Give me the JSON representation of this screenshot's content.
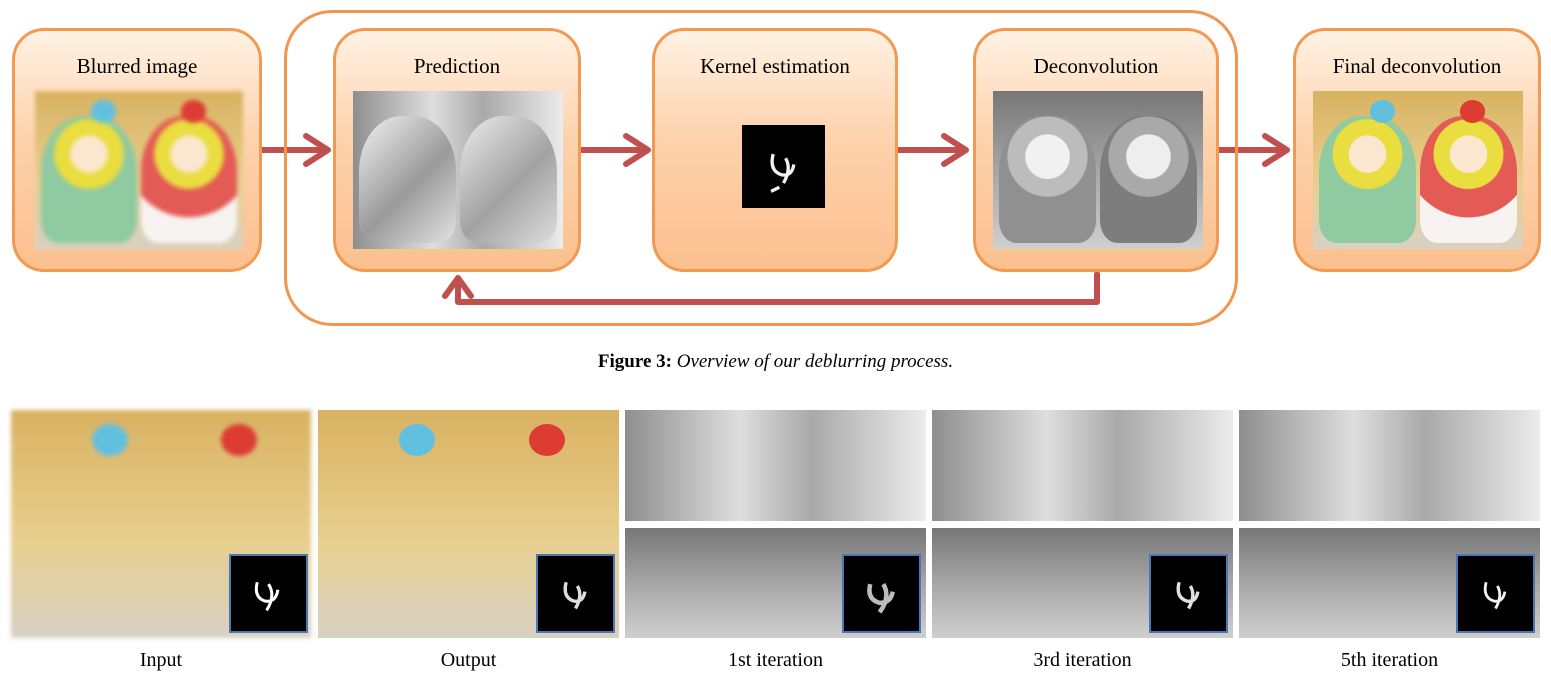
{
  "diagram": {
    "stages": [
      {
        "id": "blurred",
        "label": "Blurred image",
        "image": "blurred-color-photo"
      },
      {
        "id": "prediction",
        "label": "Prediction",
        "image": "predicted-gradient-map"
      },
      {
        "id": "kernel",
        "label": "Kernel estimation",
        "image": "blur-kernel"
      },
      {
        "id": "deconvolution",
        "label": "Deconvolution",
        "image": "deconvolved-grayscale-photo"
      },
      {
        "id": "final",
        "label": "Final deconvolution",
        "image": "sharp-color-photo"
      }
    ],
    "loop_stages": [
      "prediction",
      "kernel",
      "deconvolution"
    ],
    "flow": [
      {
        "from": "blurred",
        "to": "prediction"
      },
      {
        "from": "prediction",
        "to": "kernel"
      },
      {
        "from": "kernel",
        "to": "deconvolution"
      },
      {
        "from": "deconvolution",
        "to": "final"
      },
      {
        "from": "deconvolution",
        "to": "prediction",
        "kind": "feedback"
      }
    ],
    "colors": {
      "box_border": "#f29a52",
      "box_fill": "#fbc08e",
      "arrow": "#c0504d"
    }
  },
  "figure_caption": {
    "label": "Figure 3:",
    "text": "Overview of our deblurring process."
  },
  "panels": {
    "input": {
      "label": "Input",
      "image": "blurred-color-photo",
      "kernel_inset": true
    },
    "output": {
      "label": "Output",
      "image": "sharp-color-photo",
      "kernel_inset": true
    },
    "iterations": [
      {
        "label": "1st iteration",
        "top": "predicted-gradient-map",
        "bottom": "deconvolved-grayscale-photo",
        "kernel_inset": true
      },
      {
        "label": "3rd iteration",
        "top": "predicted-gradient-map",
        "bottom": "deconvolved-grayscale-photo",
        "kernel_inset": true
      },
      {
        "label": "5th iteration",
        "top": "predicted-gradient-map",
        "bottom": "deconvolved-grayscale-photo",
        "kernel_inset": true
      }
    ],
    "inset_border_color": "#4a78b6"
  }
}
